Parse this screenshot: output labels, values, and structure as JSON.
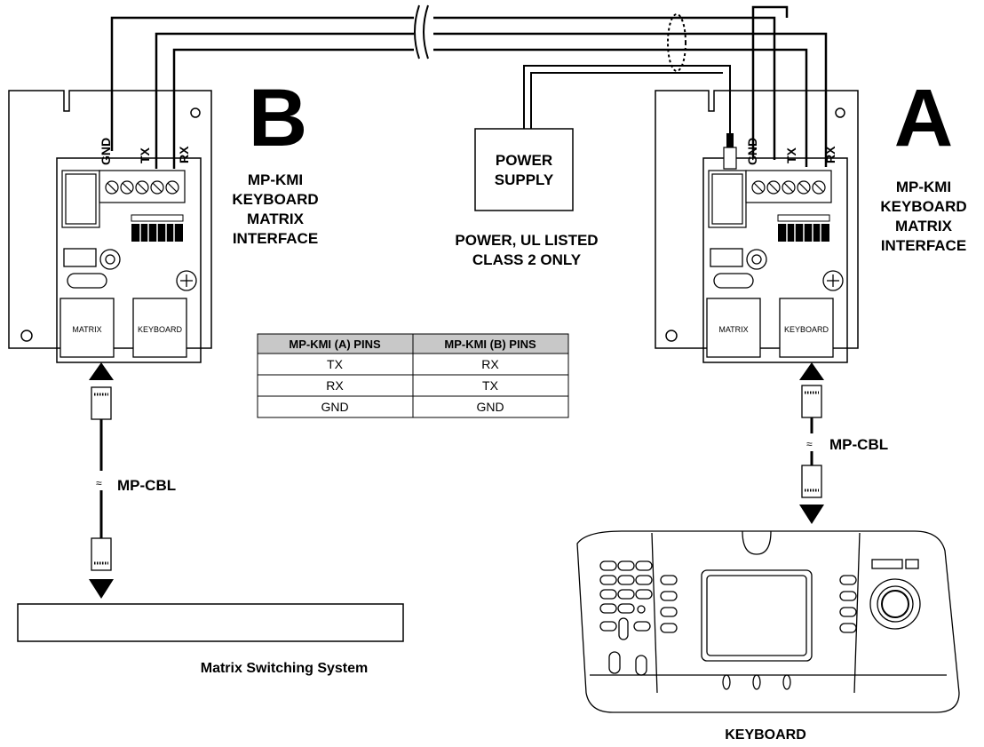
{
  "unit_b": {
    "letter": "B",
    "title_lines": [
      "MP-KMI",
      "KEYBOARD",
      "MATRIX",
      "INTERFACE"
    ],
    "pins": [
      "GND",
      "TX",
      "RX"
    ],
    "ports": [
      "MATRIX",
      "KEYBOARD"
    ]
  },
  "unit_a": {
    "letter": "A",
    "title_lines": [
      "MP-KMI",
      "KEYBOARD",
      "MATRIX",
      "INTERFACE"
    ],
    "pins": [
      "GND",
      "TX",
      "RX"
    ],
    "ports": [
      "MATRIX",
      "KEYBOARD"
    ]
  },
  "power_supply": {
    "box_lines": [
      "POWER",
      "SUPPLY"
    ],
    "note_lines": [
      "POWER, UL LISTED",
      "CLASS 2 ONLY"
    ]
  },
  "cables": {
    "left": "MP-CBL",
    "right": "MP-CBL"
  },
  "matrix_system": {
    "label": "Matrix Switching System"
  },
  "keyboard": {
    "label": "KEYBOARD"
  },
  "pin_table": {
    "headers": [
      "MP-KMI (A) PINS",
      "MP-KMI (B) PINS"
    ],
    "rows": [
      [
        "TX",
        "RX"
      ],
      [
        "RX",
        "TX"
      ],
      [
        "GND",
        "GND"
      ]
    ],
    "header_color": "#c8c8c8"
  }
}
